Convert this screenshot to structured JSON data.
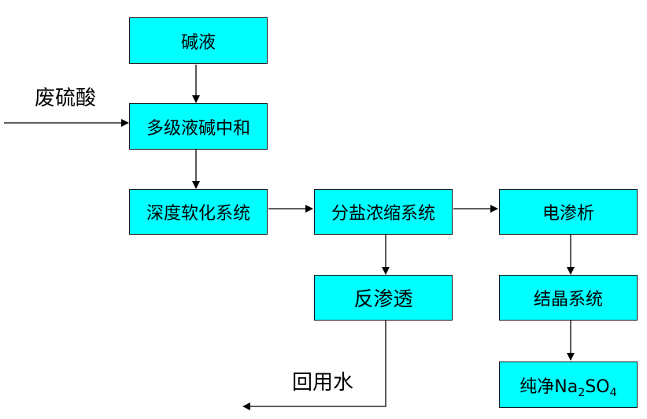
{
  "nodes": {
    "alkali": "碱液",
    "neutralization": "多级液碱中和",
    "softening": "深度软化系统",
    "salt_concentration": "分盐浓缩系统",
    "electrodialysis": "电渗析",
    "reverse_osmosis": "反渗透",
    "crystallization": "结晶系统",
    "product": {
      "prefix": "纯净Na",
      "sub1": "2",
      "mid": "SO",
      "sub2": "4"
    }
  },
  "labels": {
    "waste_acid": "废硫酸",
    "reuse_water": "回用水"
  },
  "colors": {
    "box_fill": "#00ffff",
    "box_border": "#1a1a1a",
    "arrow": "#000000"
  }
}
